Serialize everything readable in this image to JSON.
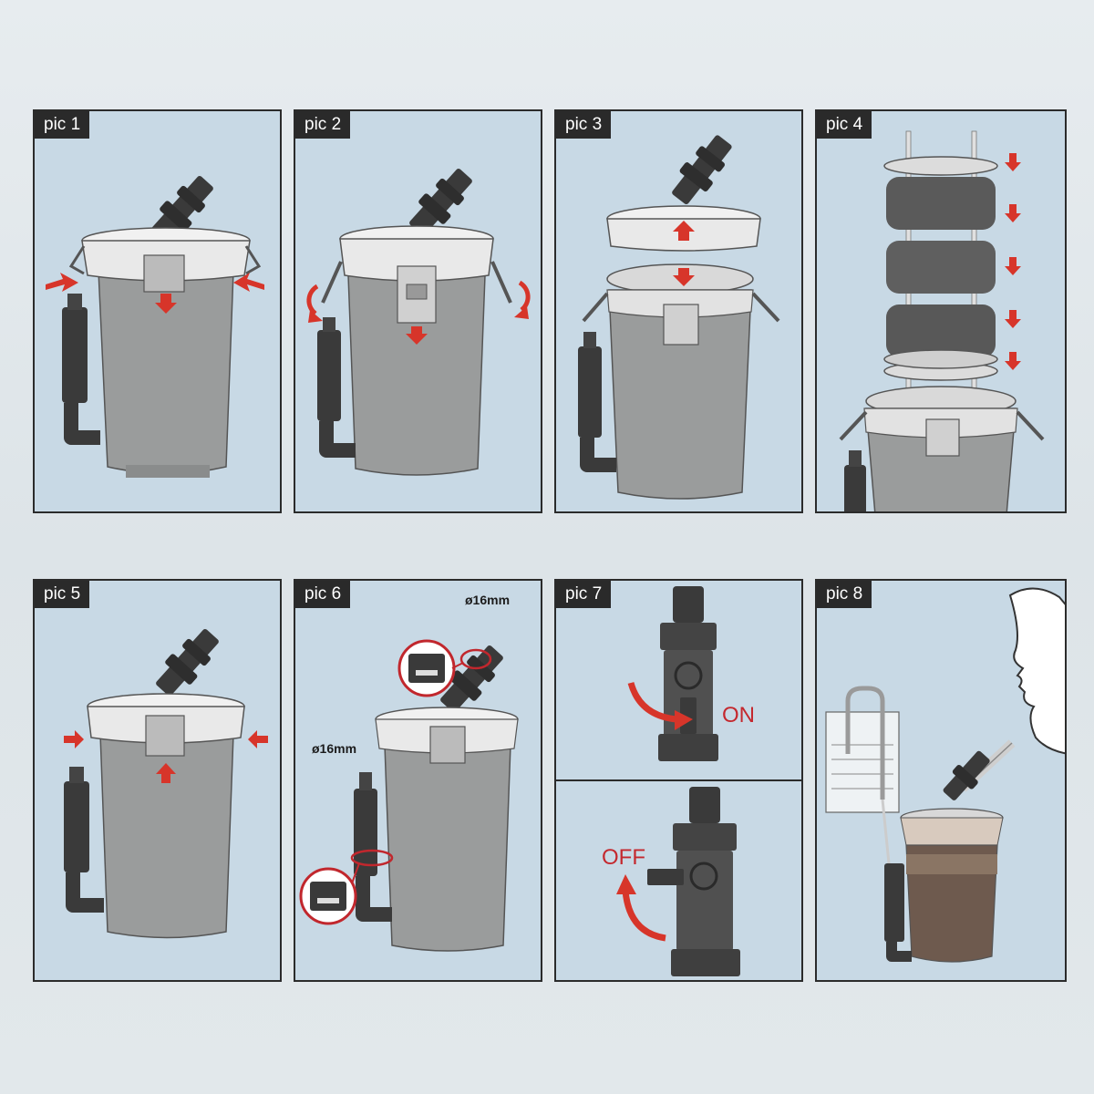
{
  "panels": [
    {
      "label": "pic 1"
    },
    {
      "label": "pic 2"
    },
    {
      "label": "pic 3"
    },
    {
      "label": "pic 4"
    },
    {
      "label": "pic 5"
    },
    {
      "label": "pic 6",
      "dim_top": "ø16mm",
      "dim_left": "ø16mm"
    },
    {
      "label": "pic 7",
      "on_label": "ON",
      "off_label": "OFF"
    },
    {
      "label": "pic 8"
    }
  ],
  "colors": {
    "panel_bg": "#c8d9e5",
    "border": "#2b2b2b",
    "arrow_red": "#d7352a",
    "canister_gray": "#9a9c9c",
    "lid_white": "#e9e9e9",
    "valve_dark": "#3a3a3a"
  },
  "icons": [
    "arrow-icon",
    "rotate-arrow-icon",
    "valve-icon",
    "canister-icon",
    "sponge-icon",
    "person-icon"
  ]
}
